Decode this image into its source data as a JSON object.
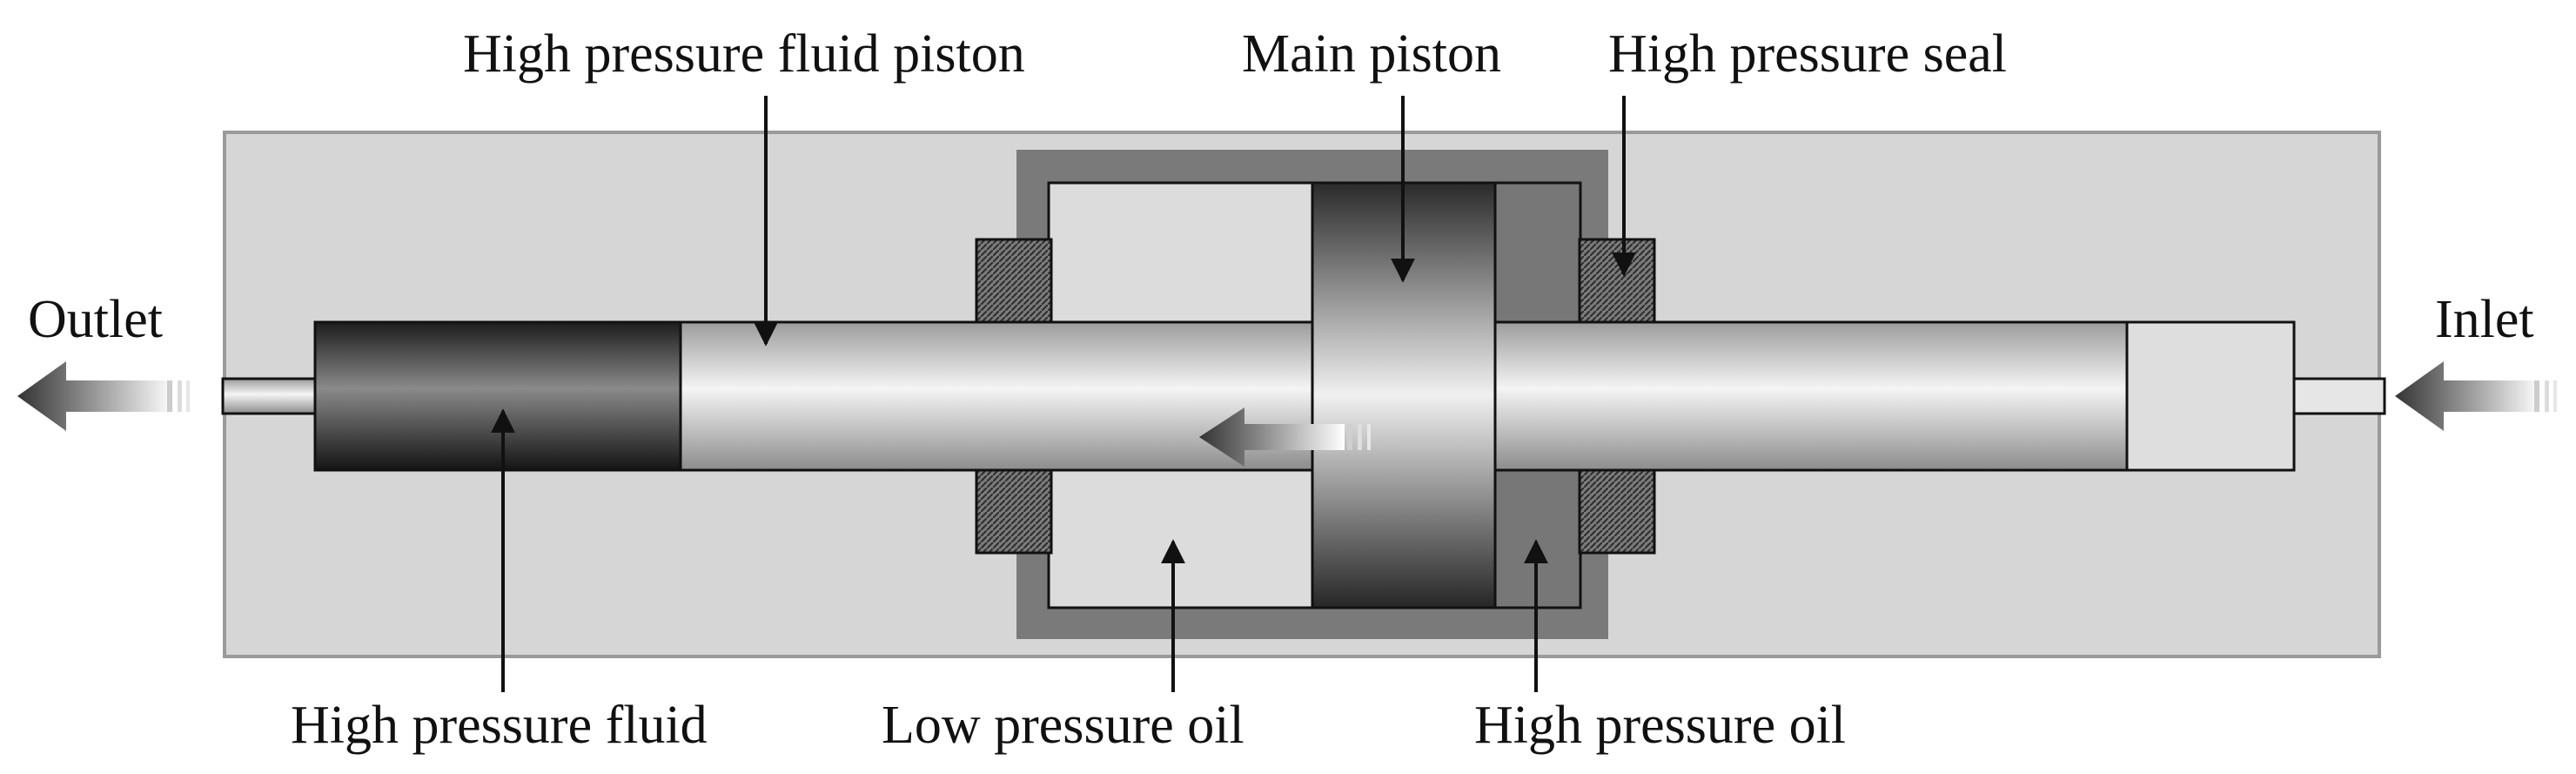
{
  "labels": {
    "outlet": "Outlet",
    "inlet": "Inlet",
    "hp_fluid_piston": "High pressure fluid piston",
    "main_piston": "Main piston",
    "hp_seal": "High pressure seal",
    "hp_fluid": "High pressure fluid",
    "lp_oil": "Low pressure oil",
    "hp_oil": "High pressure oil"
  },
  "colors": {
    "background": "#ffffff",
    "housing_fill": "#d6d6d6",
    "housing_stroke": "#9a9a9a",
    "cylinder_wall": "#7a7a7a",
    "low_pressure_chamber": "#dcdcdc",
    "high_pressure_chamber": "#777777",
    "piston_light": "#f2f2f2",
    "piston_mid": "#9b9b9b",
    "piston_dark": "#1e1e1e",
    "seal": "#5a5a5a",
    "outline": "#111111"
  }
}
